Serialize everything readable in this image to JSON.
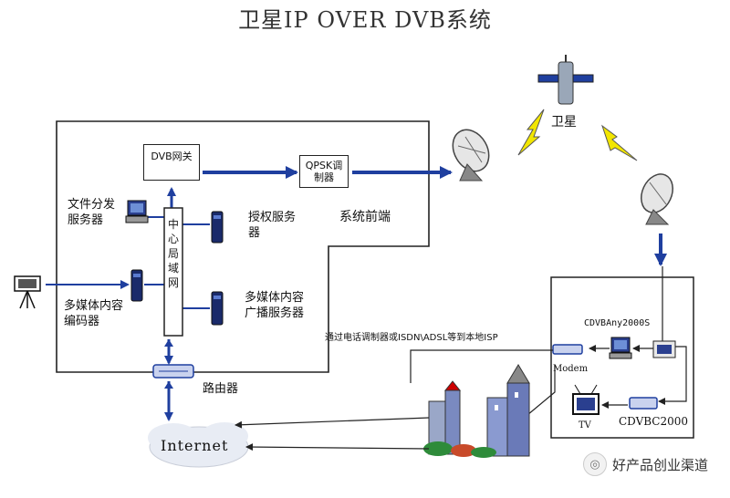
{
  "title": "卫星IP OVER DVB系统",
  "labels": {
    "dvb_gateway": "DVB网关",
    "qpsk": "QPSK调制器",
    "central_lan": "中心局域网",
    "file_server": "文件分发服务器",
    "auth_server": "授权服务器",
    "system_frontend": "系统前端",
    "encoder": "多媒体内容编码器",
    "broadcast_server": "多媒体内容广播服务器",
    "router": "路由器",
    "satellite": "卫星",
    "cdvb_any": "CDVBAny2000S",
    "modem_note": "通过电话调制器或ISDN\\ADSL等到本地ISP",
    "modem": "Modem",
    "tv": "TV",
    "cdvbc": "CDVBC2000",
    "internet": "Internet"
  },
  "watermark": "好产品创业渠道",
  "colors": {
    "arrow": "#1f3f9f",
    "lightning": "#f2e600",
    "line": "#222222"
  }
}
